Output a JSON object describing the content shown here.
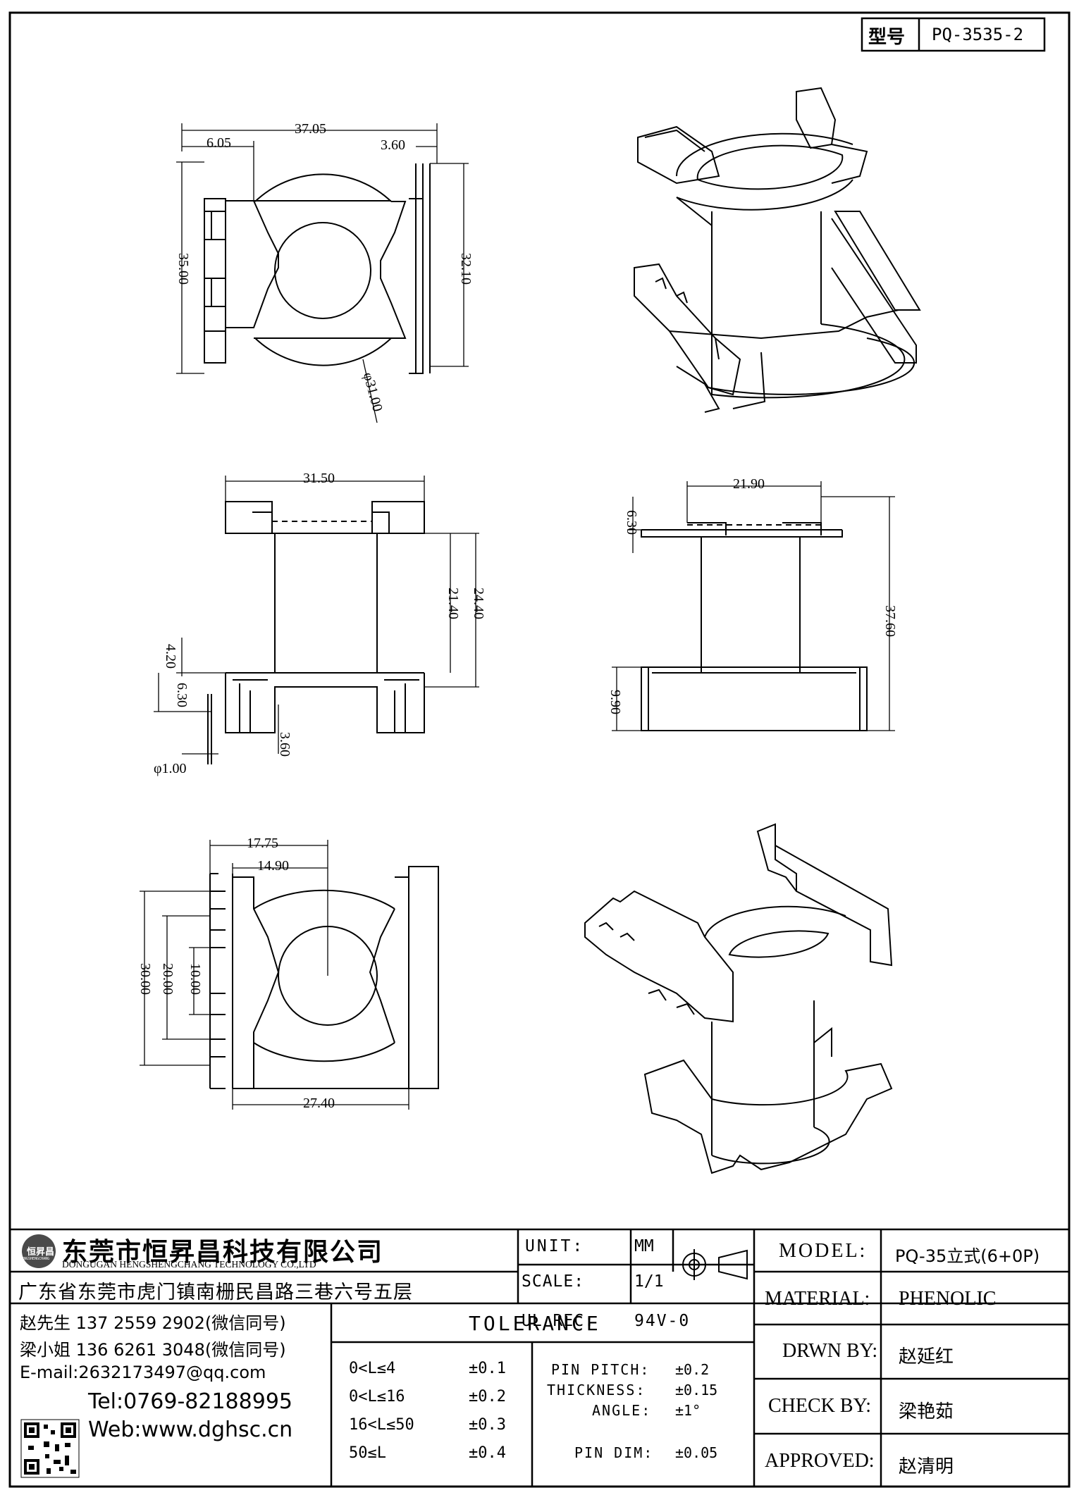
{
  "part_no_box": {
    "label": "型号",
    "value": "PQ-3535-2"
  },
  "drawing": {
    "top_view": {
      "A": "37.05",
      "B": "6.05",
      "C": "3.60",
      "D": "35.00",
      "F": "32.10",
      "E": "φ31.00"
    },
    "front_view": {
      "G": "31.50",
      "H": "21.40",
      "I": "24.40",
      "J": "4.20",
      "K": "6.30",
      "L": "φ1.00",
      "M": "3.60"
    },
    "side_view": {
      "N": "21.90",
      "O": "6.30",
      "P": "37.60",
      "Q": "9.90"
    },
    "bottom_view": {
      "R": "17.75",
      "S": "14.90",
      "T": "30.00",
      "U": "20.00",
      "V": "10.00",
      "W": "27.40"
    }
  },
  "company": {
    "logo_text": "恒昇昌",
    "logo_subtext": "HENGSHENGCHANG",
    "name_cn": "东莞市恒昇昌科技有限公司",
    "name_en": "DONGUGAN HENGSHENGCHANG TECHNOLOGY CO.,LTD",
    "address": "广东省东莞市虎门镇南栅民昌路三巷六号五层"
  },
  "contacts": {
    "line1": "赵先生 137 2559 2902(微信同号)",
    "line2": "梁小姐 136 6261 3048(微信同号)",
    "email": "E-mail:2632173497@qq.com",
    "tel": "Tel:0769-82188995",
    "web": "Web:www.dghsc.cn"
  },
  "specs": {
    "unit_label": "UNIT:",
    "unit_value": "MM",
    "scale_label": "SCALE:",
    "scale_value": "1/1",
    "ulrec_label": "UL REC:",
    "ulrec_value": "94V-0"
  },
  "tolerance": {
    "title": "TOLERANCE",
    "rows": [
      {
        "range": "0<L≤4",
        "tol": "±0.1"
      },
      {
        "range": "0<L≤16",
        "tol": "±0.2"
      },
      {
        "range": "16<L≤50",
        "tol": "±0.3"
      },
      {
        "range": "50≤L",
        "tol": "±0.4"
      }
    ],
    "extra": [
      {
        "label": "PIN PITCH:",
        "tol": "±0.2"
      },
      {
        "label": "THICKNESS:",
        "tol": "±0.15"
      },
      {
        "label": "ANGLE:",
        "tol": "±1°"
      },
      {
        "label": "PIN DIM:",
        "tol": "±0.05"
      }
    ]
  },
  "info": {
    "model_label": "MODEL:",
    "model_value": "PQ-35立式(6+0P)",
    "material_label": "MATERIAL:",
    "material_value": "PHENOLIC",
    "drawn_label": "DRWN BY:",
    "drawn_value": "赵延红",
    "check_label": "CHECK BY:",
    "check_value": "梁艳茹",
    "approved_label": "APPROVED:",
    "approved_value": "赵清明"
  }
}
